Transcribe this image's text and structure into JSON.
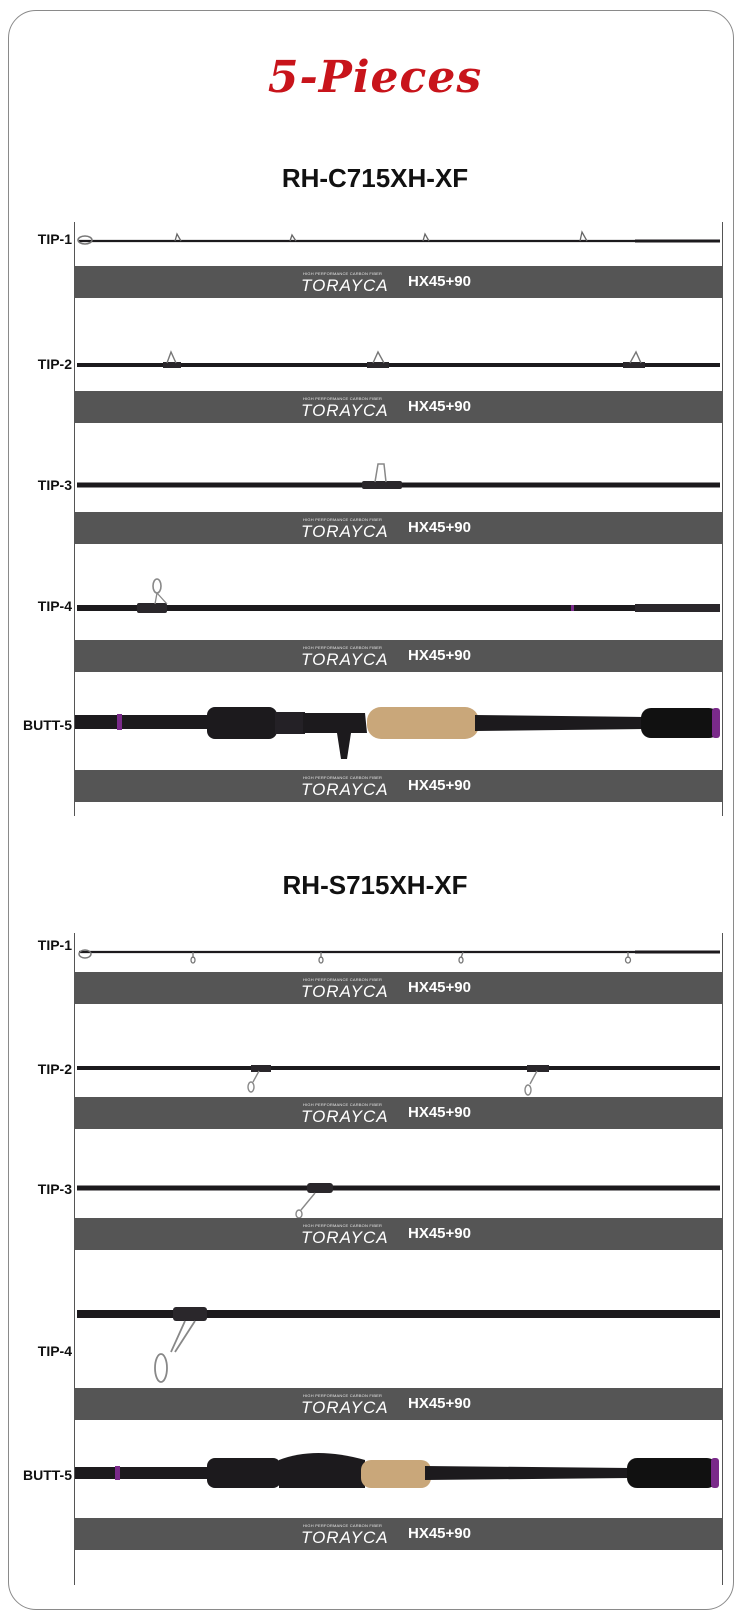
{
  "title": "5-Pieces",
  "brand": {
    "tagline": "HIGH PERFORMANCE CARBON FIBER",
    "logo": "TORAYCA",
    "grade": "HX45+90"
  },
  "models": [
    {
      "name": "RH-C715XH-XF",
      "sections": [
        {
          "label": "TIP-1"
        },
        {
          "label": "TIP-2"
        },
        {
          "label": "TIP-3"
        },
        {
          "label": "TIP-4"
        },
        {
          "label": "BUTT-5"
        }
      ]
    },
    {
      "name": "RH-S715XH-XF",
      "sections": [
        {
          "label": "TIP-1"
        },
        {
          "label": "TIP-2"
        },
        {
          "label": "TIP-3"
        },
        {
          "label": "TIP-4"
        },
        {
          "label": "BUTT-5"
        }
      ]
    }
  ],
  "colors": {
    "title": "#c8141b",
    "bar": "#555555",
    "rod": "#1c1a1d",
    "cork": "#c9a77a",
    "accent": "#7a2a8a"
  }
}
